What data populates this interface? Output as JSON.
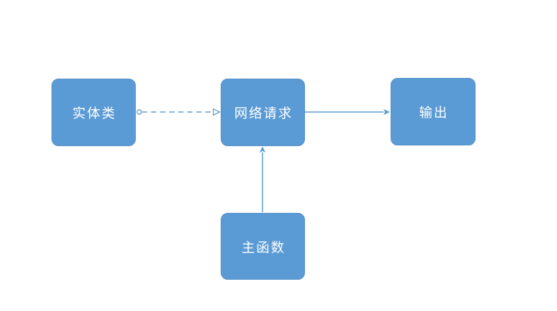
{
  "diagram": {
    "type": "flowchart",
    "background": "#FFFFFF",
    "nodes": [
      {
        "id": "entity-class",
        "label": "实体类",
        "shape": "rounded-rect"
      },
      {
        "id": "network-request",
        "label": "网络请求",
        "shape": "rounded-rect"
      },
      {
        "id": "output",
        "label": "输出",
        "shape": "rounded-rect"
      },
      {
        "id": "main-function",
        "label": "主函数",
        "shape": "rounded-rect"
      }
    ],
    "edges": [
      {
        "from": "entity-class",
        "to": "network-request",
        "style": "dashed",
        "arrowhead": "open",
        "source_marker": "open-circle"
      },
      {
        "from": "network-request",
        "to": "output",
        "style": "solid",
        "arrowhead": "filled",
        "source_marker": "none"
      },
      {
        "from": "main-function",
        "to": "network-request",
        "style": "solid",
        "arrowhead": "filled",
        "source_marker": "none"
      }
    ],
    "colors": {
      "node_fill": "#5B9BD5",
      "node_border": "#548EC6",
      "node_text": "#FFFFFF",
      "connector": "#5B9BD5"
    }
  }
}
